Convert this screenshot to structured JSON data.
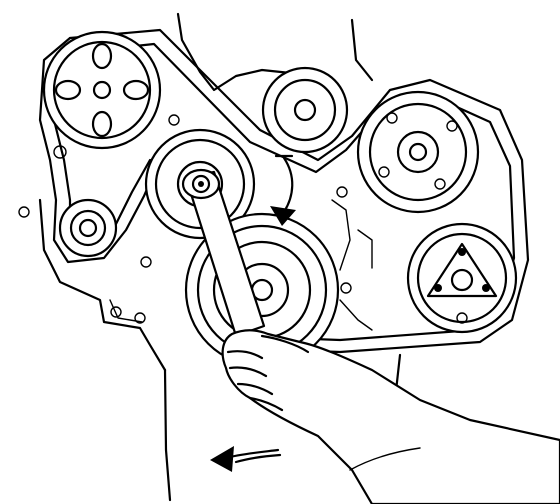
{
  "figure": {
    "subject": "engine-front-accessory-drive-belt-tensioner-release",
    "colors": {
      "ink": "#000000",
      "paper": "#ffffff"
    },
    "rotation_arrows": [
      "clockwise-tensioner",
      "leftward-hand-motion"
    ]
  }
}
